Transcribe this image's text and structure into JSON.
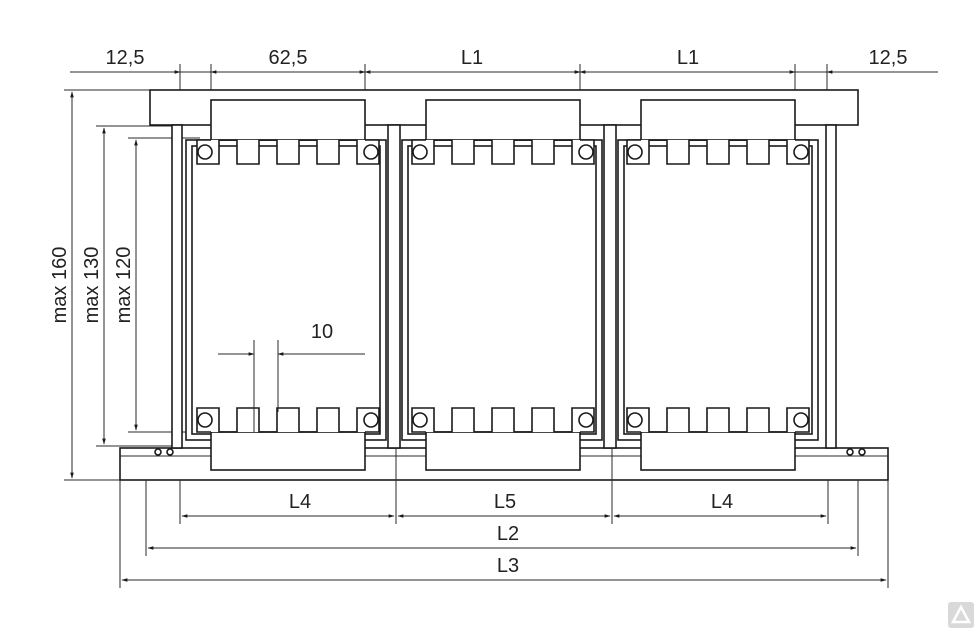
{
  "dimensions": {
    "top": [
      "12,5",
      "62,5",
      "L1",
      "L1",
      "12,5"
    ],
    "left": [
      "max 160",
      "max 130",
      "max 120"
    ],
    "inner": "10",
    "bottom": [
      "L4",
      "L5",
      "L4",
      "L2",
      "L3"
    ]
  }
}
